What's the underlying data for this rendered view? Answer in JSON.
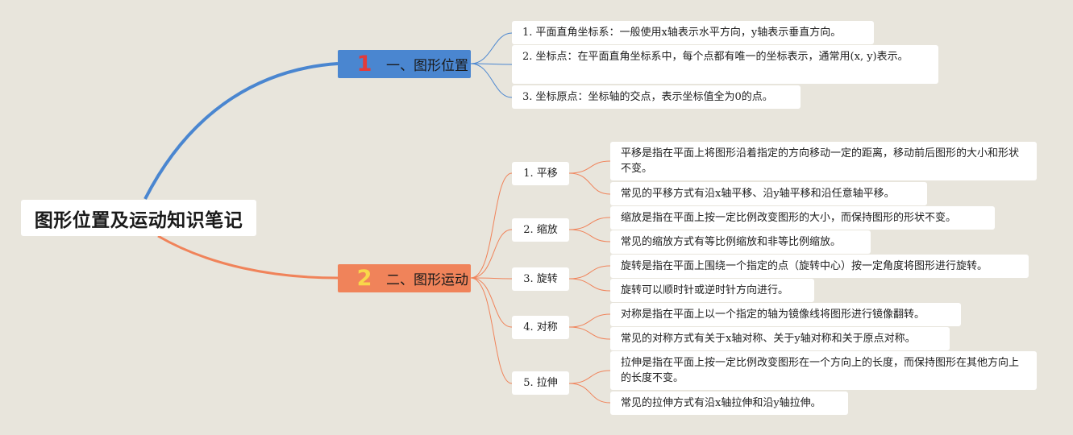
{
  "root": {
    "title": "图形位置及运动知识笔记"
  },
  "branch1": {
    "number": "1",
    "label": "一、图形位置",
    "color": "#4a86d0",
    "items": [
      "1. 平面直角坐标系：一般使用x轴表示水平方向，y轴表示垂直方向。",
      "2. 坐标点：在平面直角坐标系中，每个点都有唯一的坐标表示，通常用(x, y)表示。",
      "3. 坐标原点：坐标轴的交点，表示坐标值全为0的点。"
    ]
  },
  "branch2": {
    "number": "2",
    "label": "二、图形运动",
    "color": "#f0835a",
    "topics": [
      {
        "label": "1. 平移",
        "details": [
          "平移是指在平面上将图形沿着指定的方向移动一定的距离，移动前后图形的大小和形状不变。",
          "常见的平移方式有沿x轴平移、沿y轴平移和沿任意轴平移。"
        ]
      },
      {
        "label": "2. 缩放",
        "details": [
          "缩放是指在平面上按一定比例改变图形的大小，而保持图形的形状不变。",
          "常见的缩放方式有等比例缩放和非等比例缩放。"
        ]
      },
      {
        "label": "3. 旋转",
        "details": [
          "旋转是指在平面上围绕一个指定的点（旋转中心）按一定角度将图形进行旋转。",
          "旋转可以顺时针或逆时针方向进行。"
        ]
      },
      {
        "label": "4. 对称",
        "details": [
          "对称是指在平面上以一个指定的轴为镜像线将图形进行镜像翻转。",
          "常见的对称方式有关于x轴对称、关于y轴对称和关于原点对称。"
        ]
      },
      {
        "label": "5. 拉伸",
        "details": [
          "拉伸是指在平面上按一定比例改变图形在一个方向上的长度，而保持图形在其他方向上的长度不变。",
          "常见的拉伸方式有沿x轴拉伸和沿y轴拉伸。"
        ]
      }
    ]
  }
}
